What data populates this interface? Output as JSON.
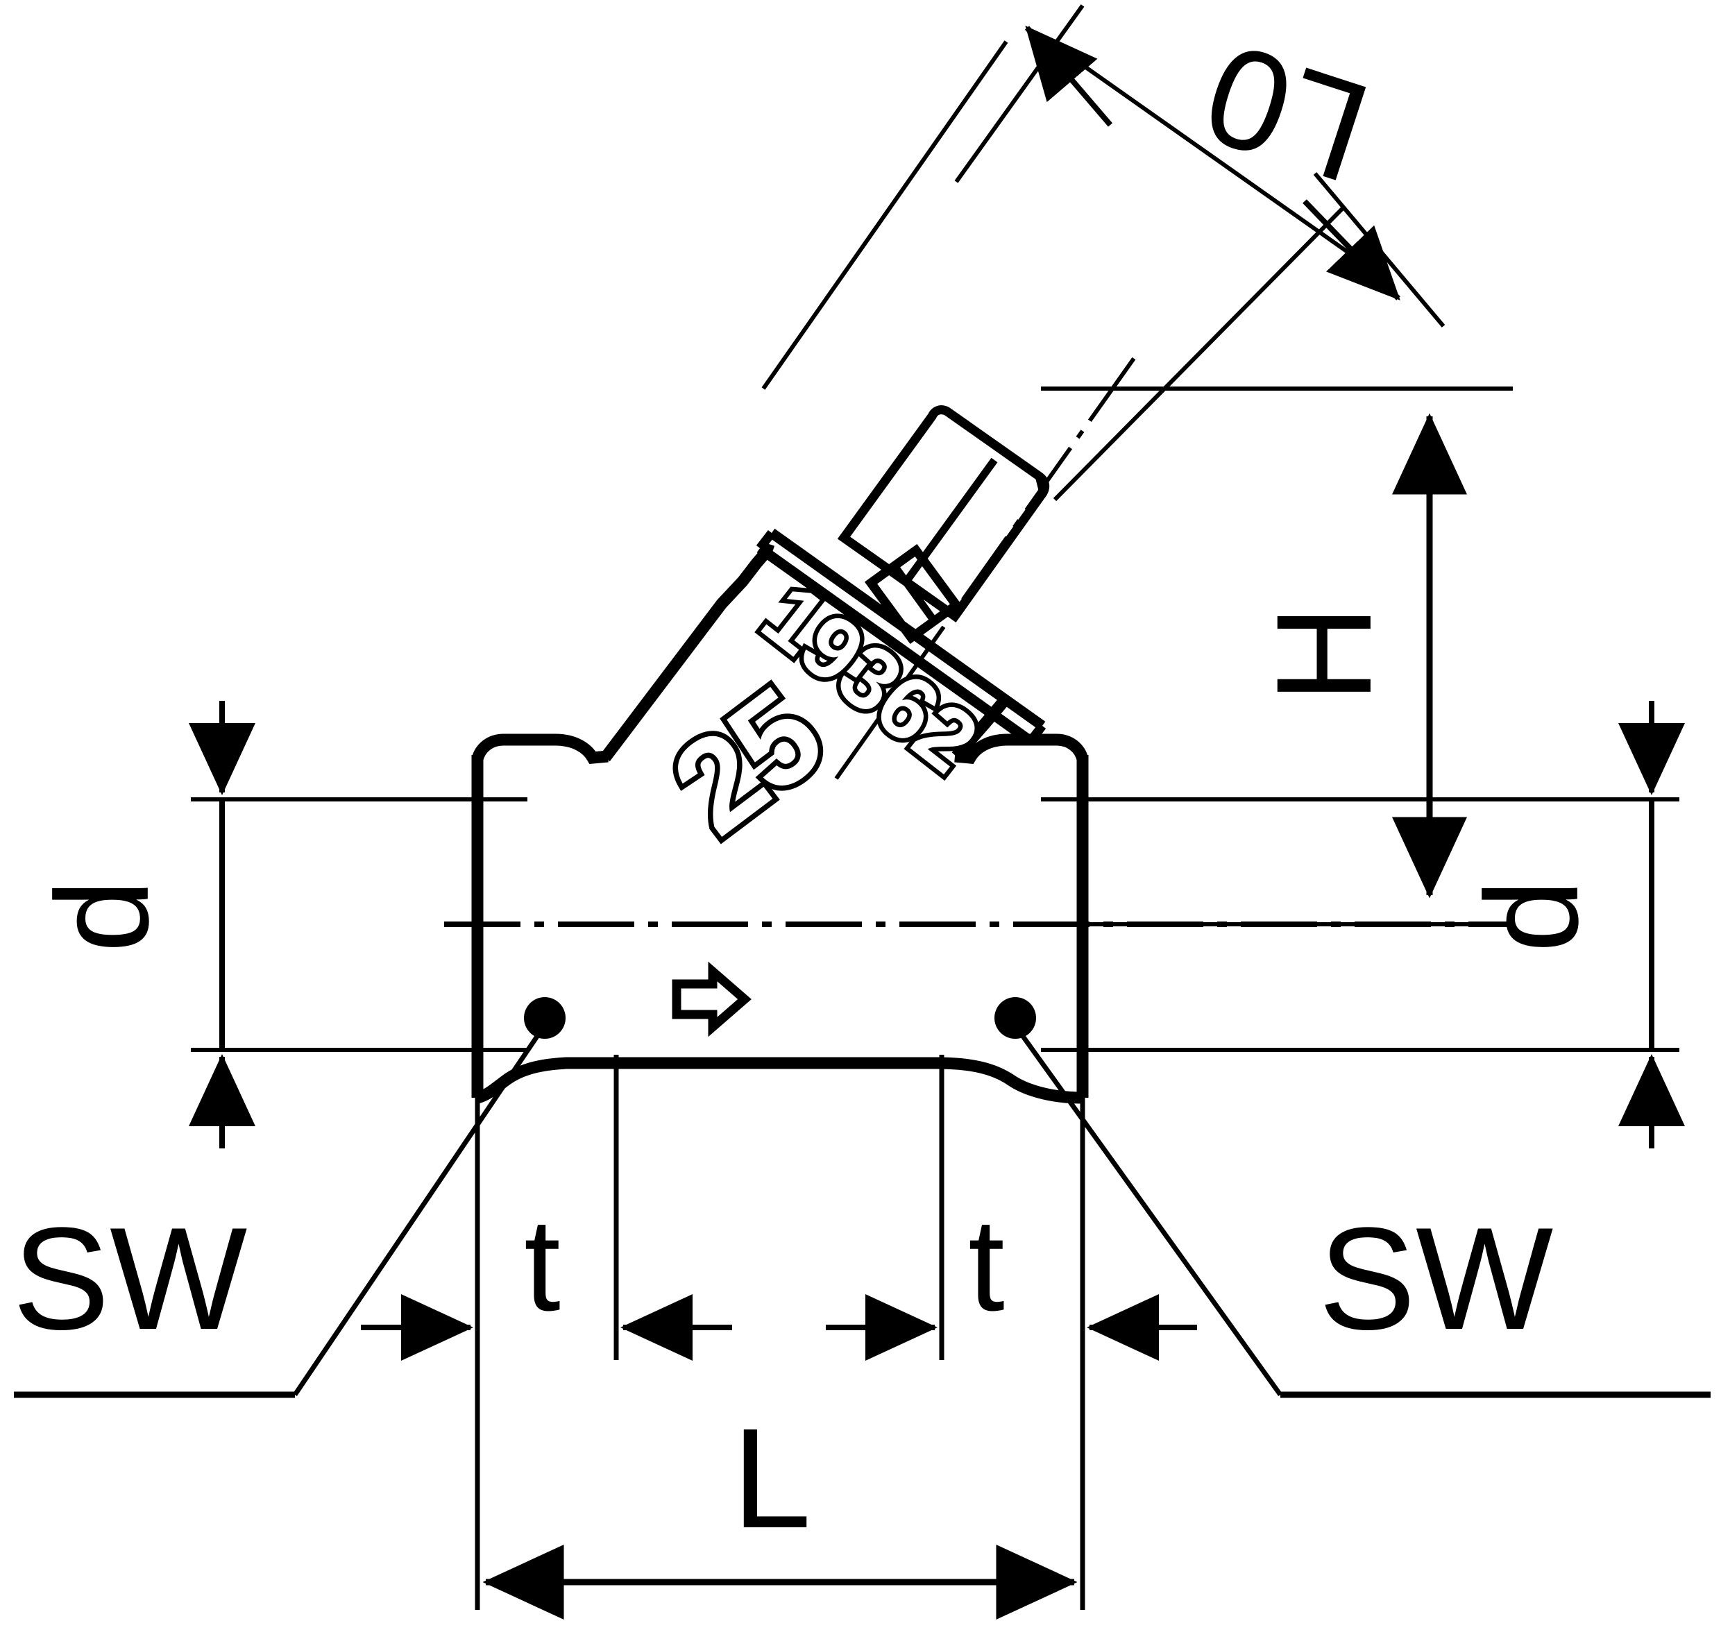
{
  "drawing": {
    "type": "engineering-dimension-drawing",
    "subject": "angle-seat-valve",
    "line_color": "#000000",
    "background_color": "#ffffff"
  },
  "dimension_labels": {
    "l0": "L0",
    "h": "H",
    "d_left": "d",
    "d_right": "d",
    "sw_left": "SW",
    "sw_right": "SW",
    "t_left": "t",
    "t_right": "t",
    "l": "L"
  },
  "body_markings": {
    "part_number": "19362",
    "pressure_rating": "25",
    "flow_arrow": "flow-direction-arrow"
  },
  "annotations": {
    "leader_dot_left": "leader-anchor-dot",
    "leader_dot_right": "leader-anchor-dot"
  }
}
